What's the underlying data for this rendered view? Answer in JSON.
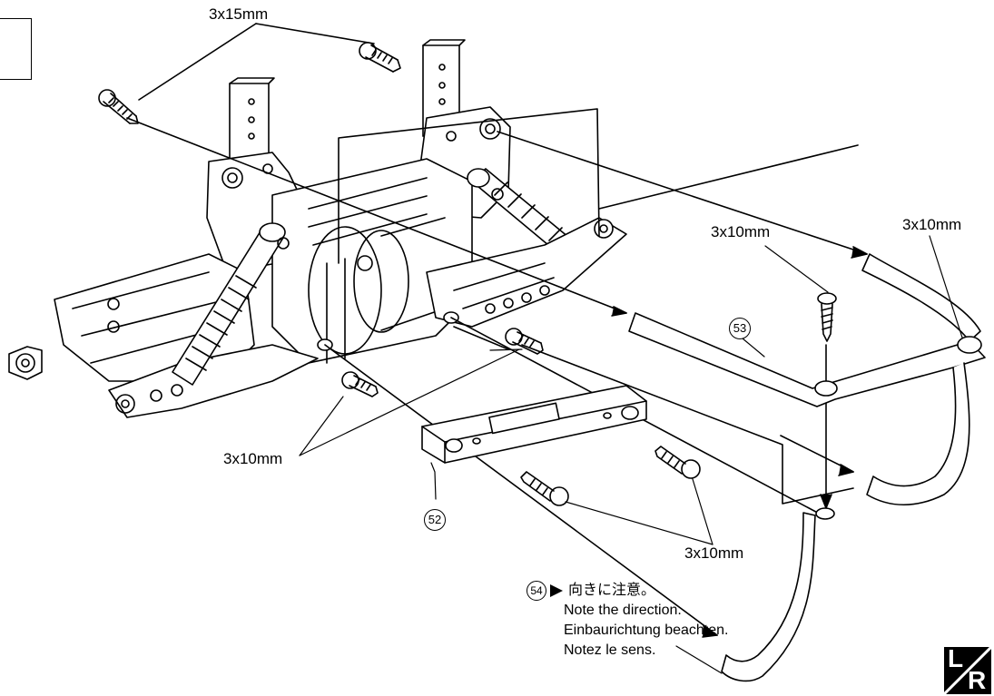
{
  "labels": {
    "screw_top": "3x15mm",
    "screw_right_top": "3x10mm",
    "screw_right_top2": "3x10mm",
    "screw_left_bottom": "3x10mm",
    "screw_bottom_mid": "3x10mm"
  },
  "part_numbers": {
    "p52": "52",
    "p53": "53",
    "p54": "54"
  },
  "note": {
    "jp": "向きに注意。",
    "en": "Note the direction.",
    "de": "Einbaurichtung beachten.",
    "fr": "Notez le sens."
  },
  "badge": {
    "left": "L",
    "right": "R"
  }
}
